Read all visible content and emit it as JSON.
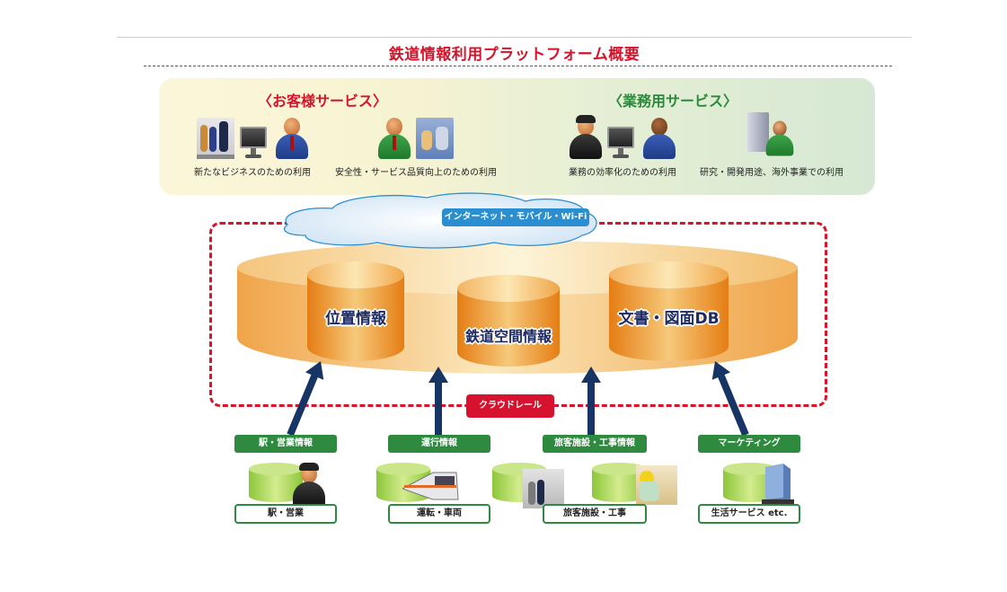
{
  "title": "鉄道情報利用プラットフォーム概要",
  "services": {
    "customer": {
      "heading": "〈お客様サービス〉",
      "color": "#d4142a",
      "items": [
        {
          "caption": "新たなビジネスのための利用",
          "icons": [
            "commuters-photo-icon",
            "person-at-computer-icon"
          ]
        },
        {
          "caption": "安全性・サービス品質向上のための利用",
          "icons": [
            "person-green-icon",
            "train-passengers-photo-icon"
          ]
        }
      ]
    },
    "business": {
      "heading": "〈業務用サービス〉",
      "color": "#2a8a3a",
      "items": [
        {
          "caption": "業務の効率化のための利用",
          "icons": [
            "station-staff-icon",
            "person-at-computer-icon"
          ]
        },
        {
          "caption": "研究・開発用途、海外事業での利用",
          "icons": [
            "server-icon",
            "person-female-icon"
          ]
        }
      ]
    }
  },
  "network": {
    "label": "インターネット・モバイル・Wi-Fi",
    "color": "#2b8ed0"
  },
  "cloud": {
    "databases": [
      {
        "label": "位置情報"
      },
      {
        "label": "鉄道空間情報"
      },
      {
        "label": "文書・図面DB"
      }
    ],
    "rail_label": "クラウドレール",
    "border_color": "#d9142a"
  },
  "sources": [
    {
      "header": "駅・営業情報",
      "footer": "駅・営業",
      "icon": "station-staff-icon"
    },
    {
      "header": "運行情報",
      "footer": "運転・車両",
      "icon": "train-icon"
    },
    {
      "header": "旅客施設・工事情報",
      "footer": "旅客施設・工事",
      "icon": "construction-worker-icon"
    },
    {
      "header": "マーケティング",
      "footer": "生活サービス etc.",
      "icon": "office-building-icon"
    }
  ],
  "colors": {
    "title": "#d4142a",
    "source_green": "#2d8a3e",
    "drum_orange": "#f0a030",
    "arrow_navy": "#163464"
  }
}
